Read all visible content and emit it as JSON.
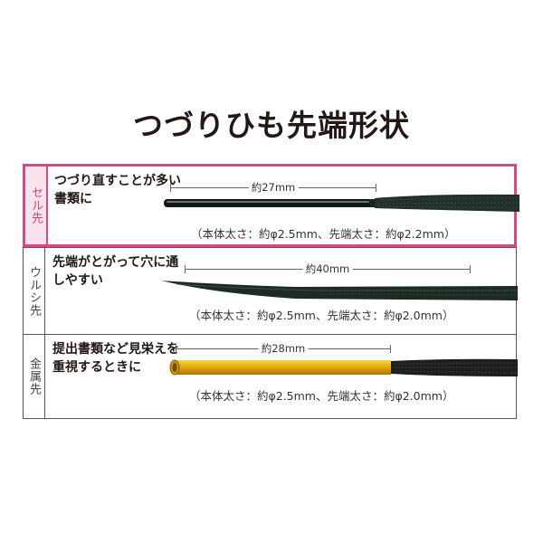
{
  "title": "つづりひも先端形状",
  "rows": [
    {
      "type_label": "セル先",
      "description": "つづり直すことが多い書類に",
      "tip_length": "約27mm",
      "spec": "（本体太さ：約φ2.5mm、先端太さ：約φ2.2mm）"
    },
    {
      "type_label": "ウルシ先",
      "description": "先端がとがって穴に通しやすい",
      "tip_length": "約40mm",
      "spec": "（本体太さ：約φ2.5mm、先端太さ：約φ2.0mm）"
    },
    {
      "type_label": "金属先",
      "description": "提出書類など見栄えを重視するときに",
      "tip_length": "約28mm",
      "spec": "（本体太さ：約φ2.5mm、先端太さ：約φ2.0mm）"
    }
  ],
  "colors": {
    "highlight_border": "#d54a86",
    "highlight_bg": "#fae3ec",
    "lace": "#1c2a22",
    "metal_tip": "#e5b40f"
  }
}
